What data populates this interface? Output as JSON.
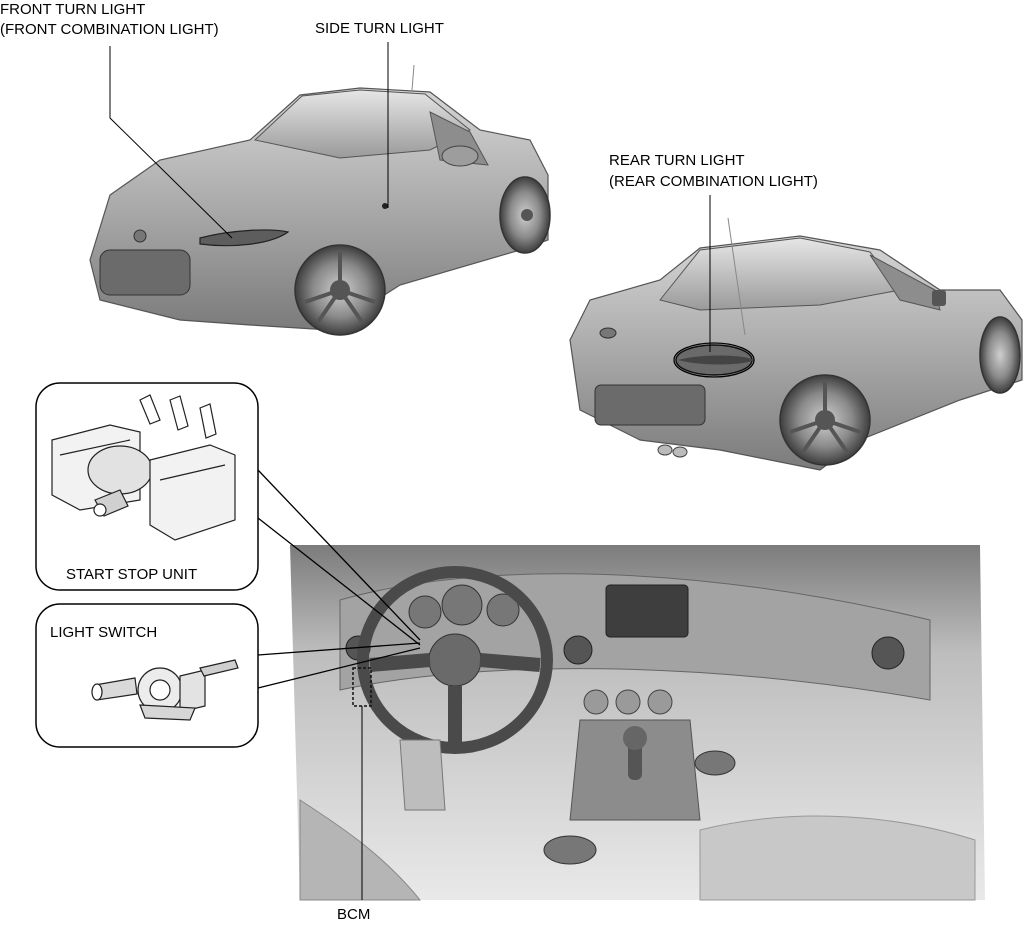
{
  "labels": {
    "front_turn_light_1": "FRONT TURN LIGHT",
    "front_turn_light_2": "(FRONT COMBINATION LIGHT)",
    "side_turn_light": "SIDE TURN LIGHT",
    "rear_turn_light_1": "REAR TURN LIGHT",
    "rear_turn_light_2": "(REAR COMBINATION LIGHT)",
    "start_stop_unit": "START STOP UNIT",
    "light_switch": "LIGHT SWITCH",
    "bcm": "BCM"
  }
}
